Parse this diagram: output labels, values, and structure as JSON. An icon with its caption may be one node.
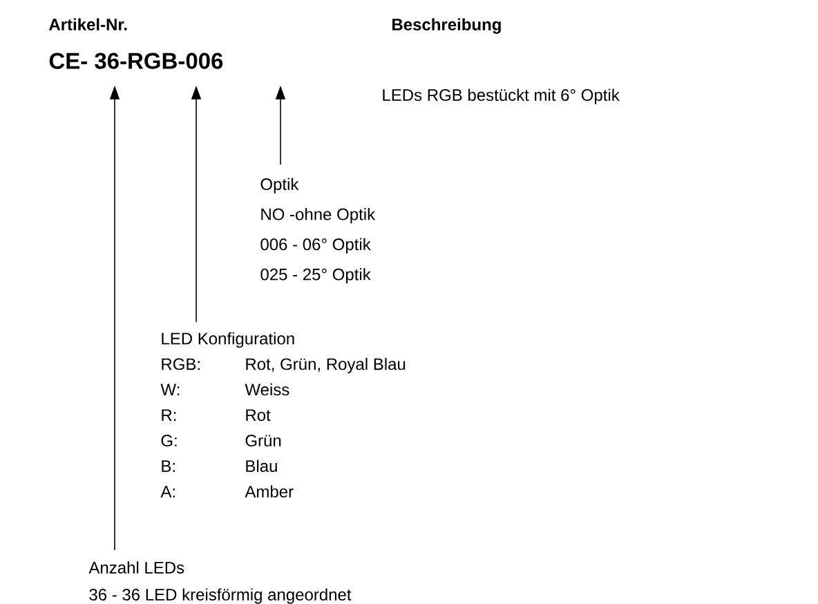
{
  "diagram": {
    "nodes": [
      {
        "text": [
          "CE- 36-RGB-006"
        ]
      },
      {
        "text": [
          "Optik",
          "NO -ohne Optik",
          "006 - 06° Optik",
          "025 - 25° Optik"
        ]
      },
      {
        "text": [
          "LED Konfiguration",
          "RGB:",
          "Rot, Grün, Royal Blau",
          "W:",
          "Weiss",
          "R:",
          "Rot",
          "G:",
          "Grün",
          "B:",
          "Blau",
          "A:",
          "Amber"
        ]
      },
      {
        "text": [
          "Anzahl LEDs",
          "36 - 36 LED kreisförmig angeordnet"
        ]
      }
    ],
    "edges": [
      {
        "from": 3,
        "to": 0,
        "arrow": "to"
      },
      {
        "from": 2,
        "to": 0,
        "arrow": "to"
      },
      {
        "from": 1,
        "to": 0,
        "arrow": "to"
      }
    ],
    "labels": [
      "Artikel-Nr.",
      "Beschreibung",
      "LEDs RGB bestückt mit 6° Optik"
    ]
  }
}
